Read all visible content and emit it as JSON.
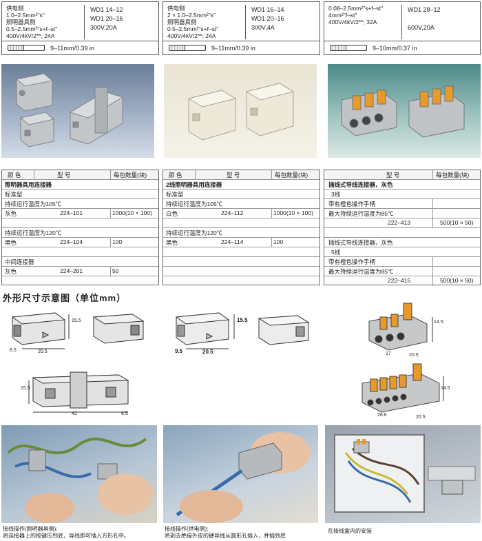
{
  "spec_boxes": [
    {
      "left_lines": [
        "供电侧",
        "1.0–2.5mm²\"s\"",
        "照明器具侧",
        "0.5–2.5mm²\"s+f–st\"",
        "400V/4kV/2**; 24A"
      ],
      "right_lines": [
        "WD1 14–12",
        "WD1 20–16",
        "300V,20A"
      ],
      "strip": "9–11mm/0.39 in"
    },
    {
      "left_lines": [
        "供电侧",
        "2 × 1.0–2.5mm²\"s\"",
        "照明器具侧",
        "0.5–2.5mm²\"s+f–st\"",
        "400V/4kV/2**; 24A"
      ],
      "right_lines": [
        "WD1 16–14",
        "WD1 20–16",
        "300V,4A"
      ],
      "strip": "9–11mm/0.39 in"
    },
    {
      "left_lines": [
        "0.08–2.5mm²\"s+f–st\"",
        "4mm²\"f–st\"",
        "400V/4kV/2**; 32A"
      ],
      "right_lines": [
        "WD1 28–12",
        "600V,20A"
      ],
      "strip": "9–10mm/0.37 in"
    }
  ],
  "tables": {
    "t1": {
      "headers": [
        "颜 色",
        "型 号",
        "每包数量(块)"
      ],
      "rows": [
        [
          "照明器具用连接器",
          "",
          ""
        ],
        [
          "标准型",
          "",
          ""
        ],
        [
          "持续运行温度为105℃",
          "",
          ""
        ],
        [
          "灰色",
          "224–101",
          "1000(10 × 100)"
        ],
        [
          "",
          "",
          ""
        ],
        [
          "持续运行温度为120℃",
          "",
          ""
        ],
        [
          "黑色",
          "224–104",
          "100"
        ],
        [
          "",
          "",
          ""
        ],
        [
          "中间连接器",
          "",
          ""
        ],
        [
          "灰色",
          "224–201",
          "50"
        ],
        [
          "",
          "",
          ""
        ]
      ]
    },
    "t2": {
      "headers": [
        "颜 色",
        "型 号",
        "每包数量(块)"
      ],
      "rows": [
        [
          "2线照明器具用连接器",
          "",
          ""
        ],
        [
          "标准型",
          "",
          ""
        ],
        [
          "持续运行温度为105℃",
          "",
          ""
        ],
        [
          "白色",
          "224–112",
          "1000(10 × 100)"
        ],
        [
          "",
          "",
          ""
        ],
        [
          "持续运行温度为120℃",
          "",
          ""
        ],
        [
          "黑色",
          "224–114",
          "100"
        ],
        [
          "",
          "",
          ""
        ],
        [
          "",
          "",
          ""
        ],
        [
          "",
          "",
          ""
        ],
        [
          "",
          "",
          ""
        ]
      ]
    },
    "t3": {
      "headers": [
        "型 号",
        "每包数量(块)"
      ],
      "rows": [
        [
          "插线式导线连接器，灰色",
          "",
          ""
        ],
        [
          "3线",
          "",
          ""
        ],
        [
          "带有橙色操作手柄",
          "",
          ""
        ],
        [
          "最大持续运行温度为85℃",
          "",
          ""
        ],
        [
          "",
          "222–413",
          "500(10 × 50)"
        ],
        [
          "插线式导线连接器，灰色",
          "",
          ""
        ],
        [
          "5线",
          "",
          ""
        ],
        [
          "带有橙色操作手柄",
          "",
          ""
        ],
        [
          "最大持续运行温度为85℃",
          "",
          ""
        ],
        [
          "",
          "222–415",
          "500(10 × 50)"
        ]
      ]
    }
  },
  "section_title": "外形尺寸示意图（单位mm）",
  "dimensions": {
    "d1_h": "15.5",
    "d1_w": "20.5",
    "d1_d": "8.5",
    "d2_h": "15.5",
    "d2_w": "20.5",
    "d2_d": "9.5",
    "d3_h": "14.5",
    "d3_w": "20.5",
    "d3_d": "17",
    "d4_h": "15.5",
    "d4_w": "42",
    "d4_d": "8.5",
    "d5_h": "14.5",
    "d5_w": "20.5",
    "d5_d": "26.6"
  },
  "captions": {
    "c1_title": "接线操作(照明器具侧):",
    "c1_text": "将连接器上的按键压到底，导线即可插入方形孔中。",
    "c2_title": "接线操作(供电侧):",
    "c2_text": "将剥去绝缘外皮的硬导线从圆形孔插入，并插到底",
    "c3_title": "在接线盒内的安装"
  },
  "colors": {
    "connector_gray": "#b9bcbf",
    "connector_cream": "#ece7d6",
    "lever_orange": "#e79a2a",
    "photo_blue": "#8596ad",
    "photo_teal": "#6aa3a0"
  }
}
